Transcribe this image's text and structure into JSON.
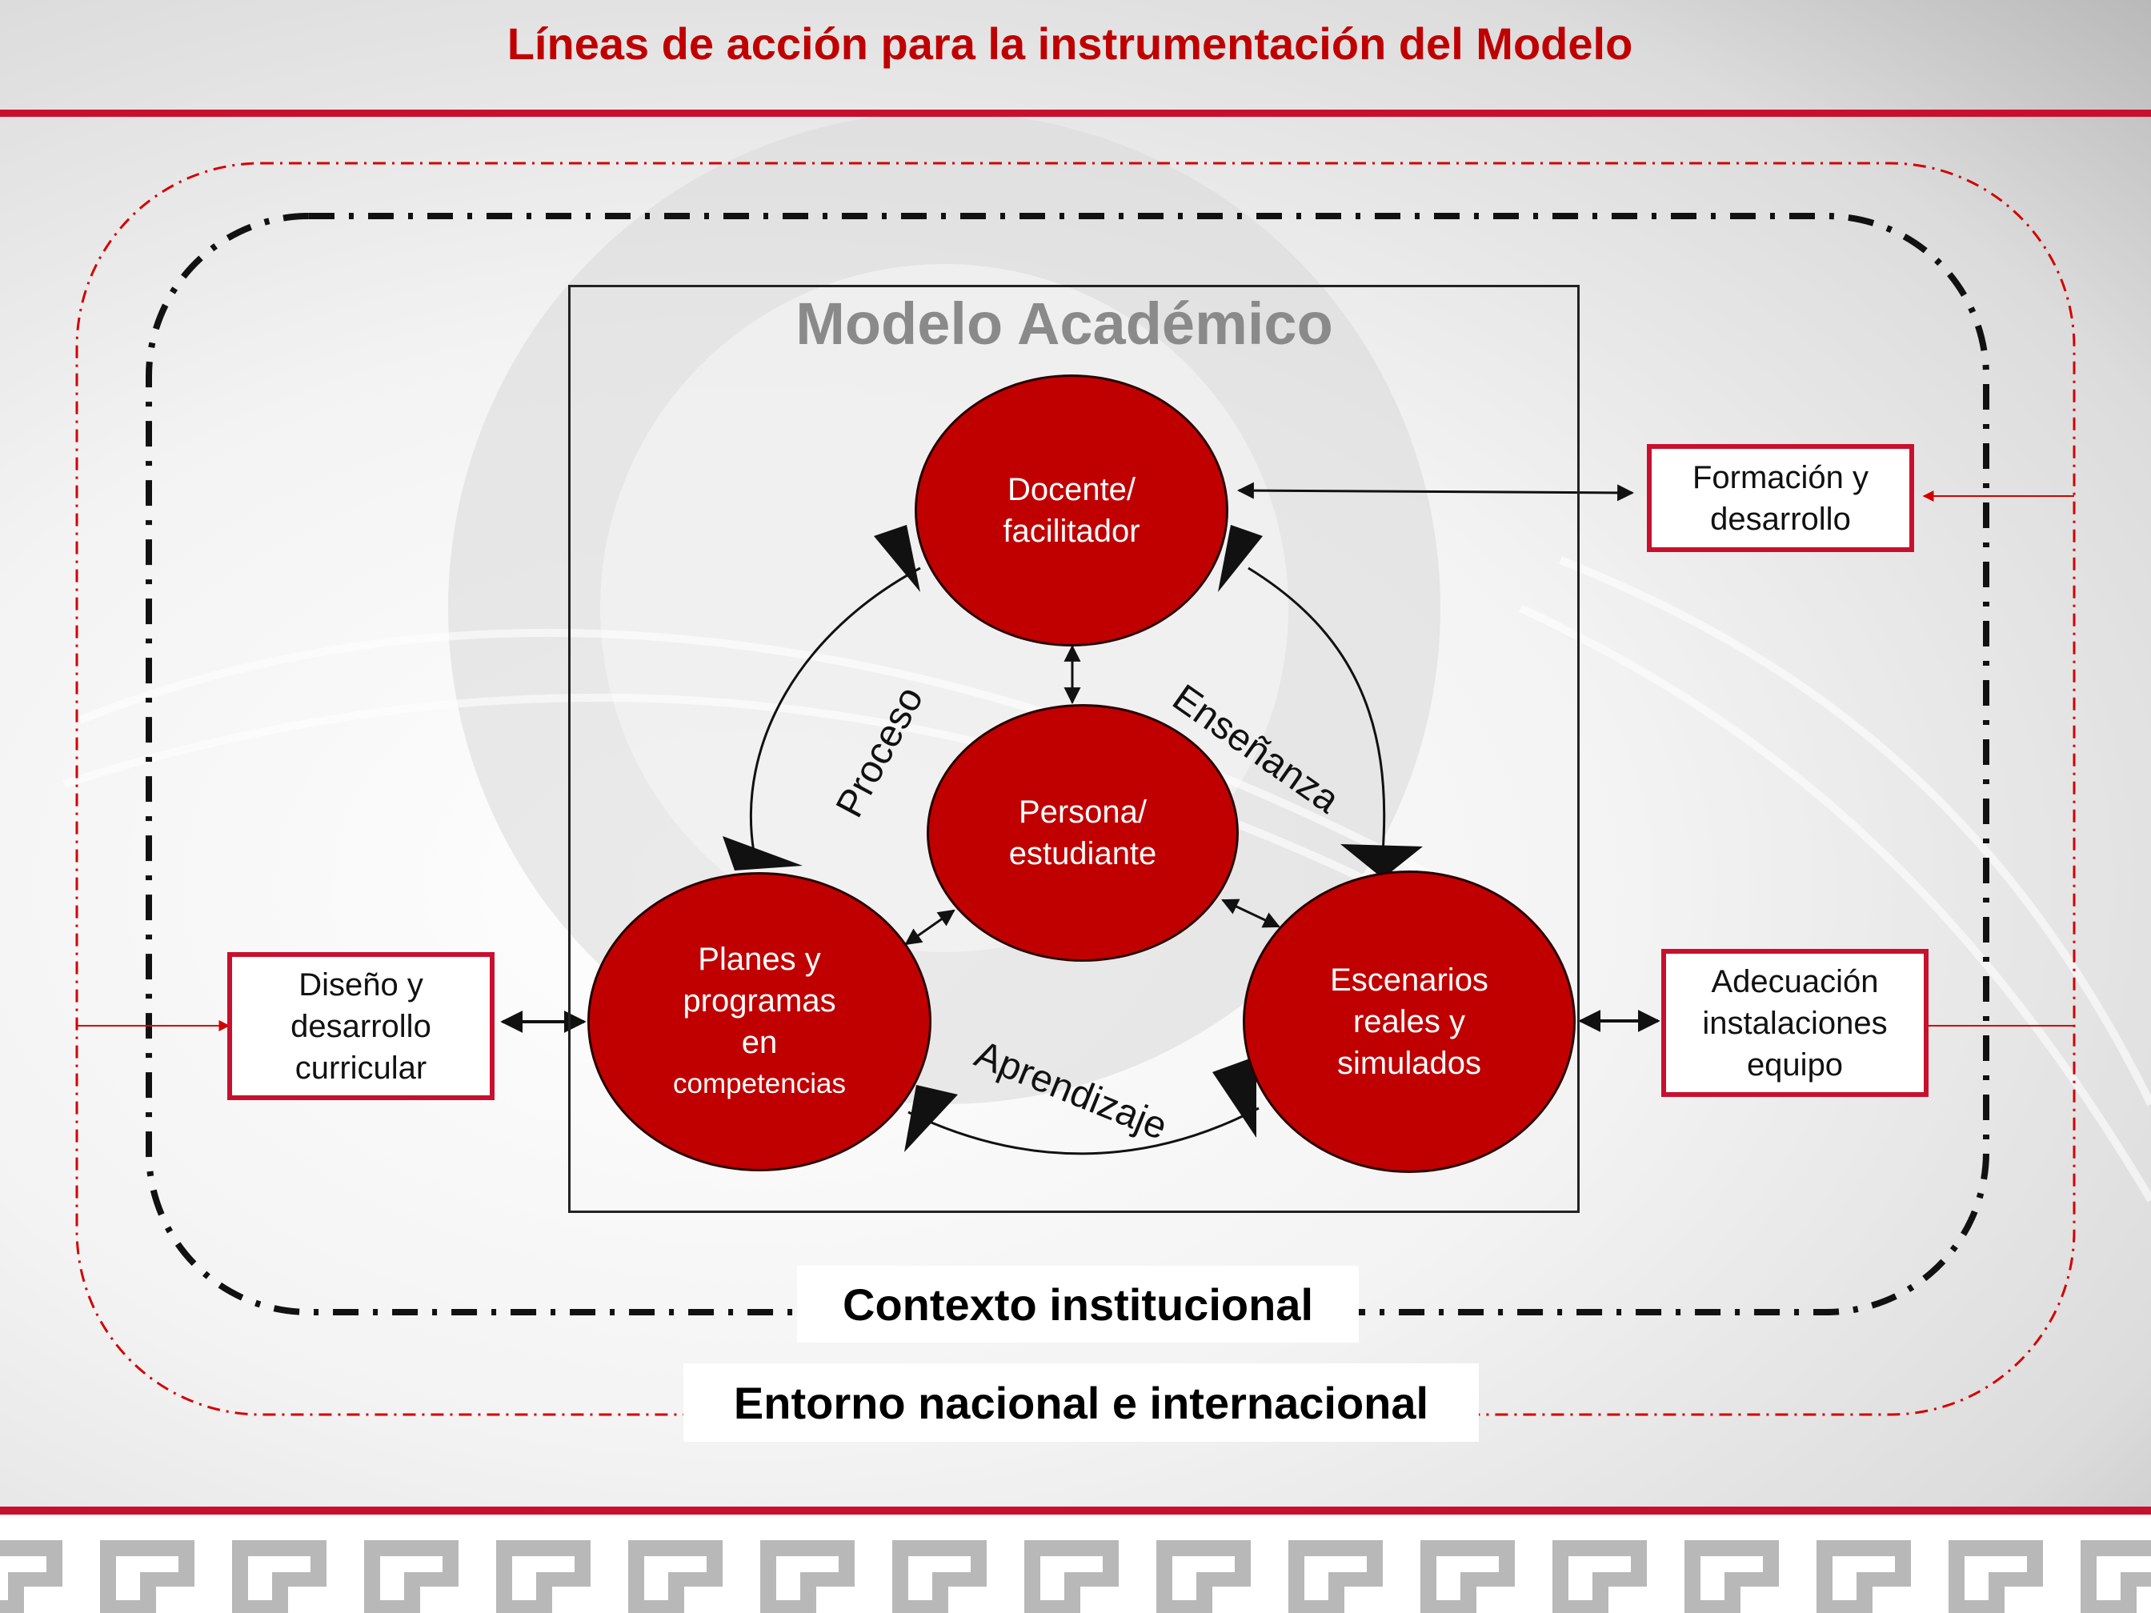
{
  "title": "Líneas de acción para la instrumentación del Modelo",
  "model": {
    "title": "Modelo Académico",
    "nodes": {
      "docente": "Docente/\nfacilitador",
      "persona": "Persona/\nestudiante",
      "planes_main": "Planes y\nprogramas\nen",
      "planes_sub": "competencias",
      "escenarios": "Escenarios\nreales y\nsimulados"
    },
    "arc_labels": {
      "proceso": "Proceso",
      "ensenanza": "Enseñanza",
      "aprendizaje": "Aprendizaje"
    }
  },
  "side_boxes": {
    "formacion": "Formación y\ndesarrollo",
    "diseno": "Diseño y\ndesarrollo\ncurricular",
    "adecuacion": "Adecuación\ninstalaciones\nequipo"
  },
  "context": {
    "institutional": "Contexto institucional",
    "environment": "Entorno nacional e internacional"
  },
  "colors": {
    "accent": "#c8102e",
    "node_fill": "#c00000",
    "title": "#c00000"
  }
}
